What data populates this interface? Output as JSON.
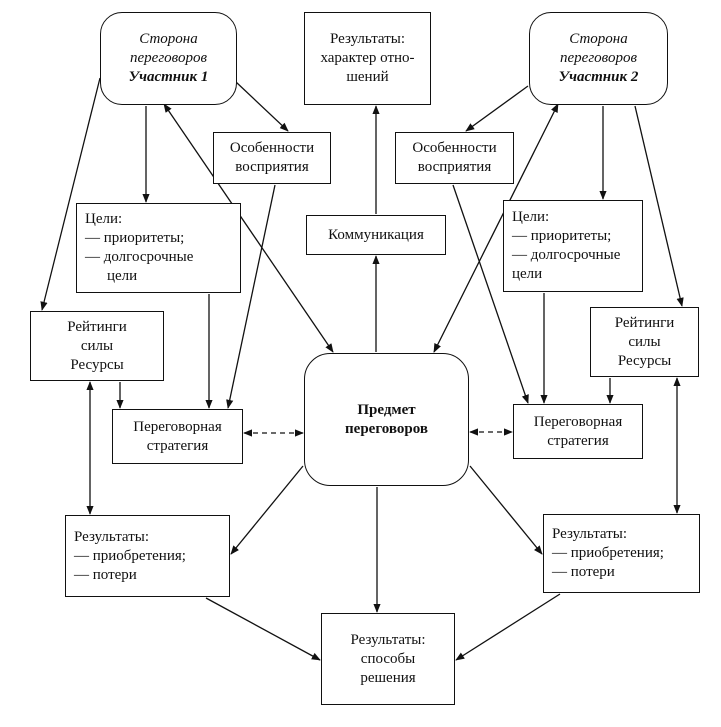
{
  "nodes": {
    "party1": {
      "lines": [
        "Сторона",
        "переговоров"
      ],
      "emph": "Участник 1"
    },
    "party2": {
      "lines": [
        "Сторона",
        "переговоров"
      ],
      "emph": "Участник 2"
    },
    "relations": {
      "lines": [
        "Результаты:",
        "характер отно-",
        "шений"
      ]
    },
    "perception1": {
      "lines": [
        "Особенности",
        "восприятия"
      ]
    },
    "perception2": {
      "lines": [
        "Особенности",
        "восприятия"
      ]
    },
    "goals1": {
      "lines": [
        "Цели:",
        "— приоритеты;",
        "— долгосрочные",
        "цели"
      ]
    },
    "goals2": {
      "lines": [
        "Цели:",
        "— приоритеты;",
        "— долгосрочные",
        "цели"
      ]
    },
    "communication": {
      "lines": [
        "Коммуникация"
      ]
    },
    "ratings1": {
      "lines": [
        "Рейтинги",
        "силы",
        "Ресурсы"
      ]
    },
    "ratings2": {
      "lines": [
        "Рейтинги",
        "силы",
        "Ресурсы"
      ]
    },
    "subject": {
      "lines": [
        "Предмет",
        "переговоров"
      ]
    },
    "strategy1": {
      "lines": [
        "Переговорная",
        "стратегия"
      ]
    },
    "strategy2": {
      "lines": [
        "Переговорная",
        "стратегия"
      ]
    },
    "gains1": {
      "lines": [
        "Результаты:",
        "— приобретения;",
        "— потери"
      ]
    },
    "gains2": {
      "lines": [
        "Результаты:",
        "— приобретения;",
        "— потери"
      ]
    },
    "solutions": {
      "lines": [
        "Результаты:",
        "способы",
        "решения"
      ]
    }
  },
  "colors": {
    "stroke": "#111111",
    "background": "#ffffff"
  }
}
